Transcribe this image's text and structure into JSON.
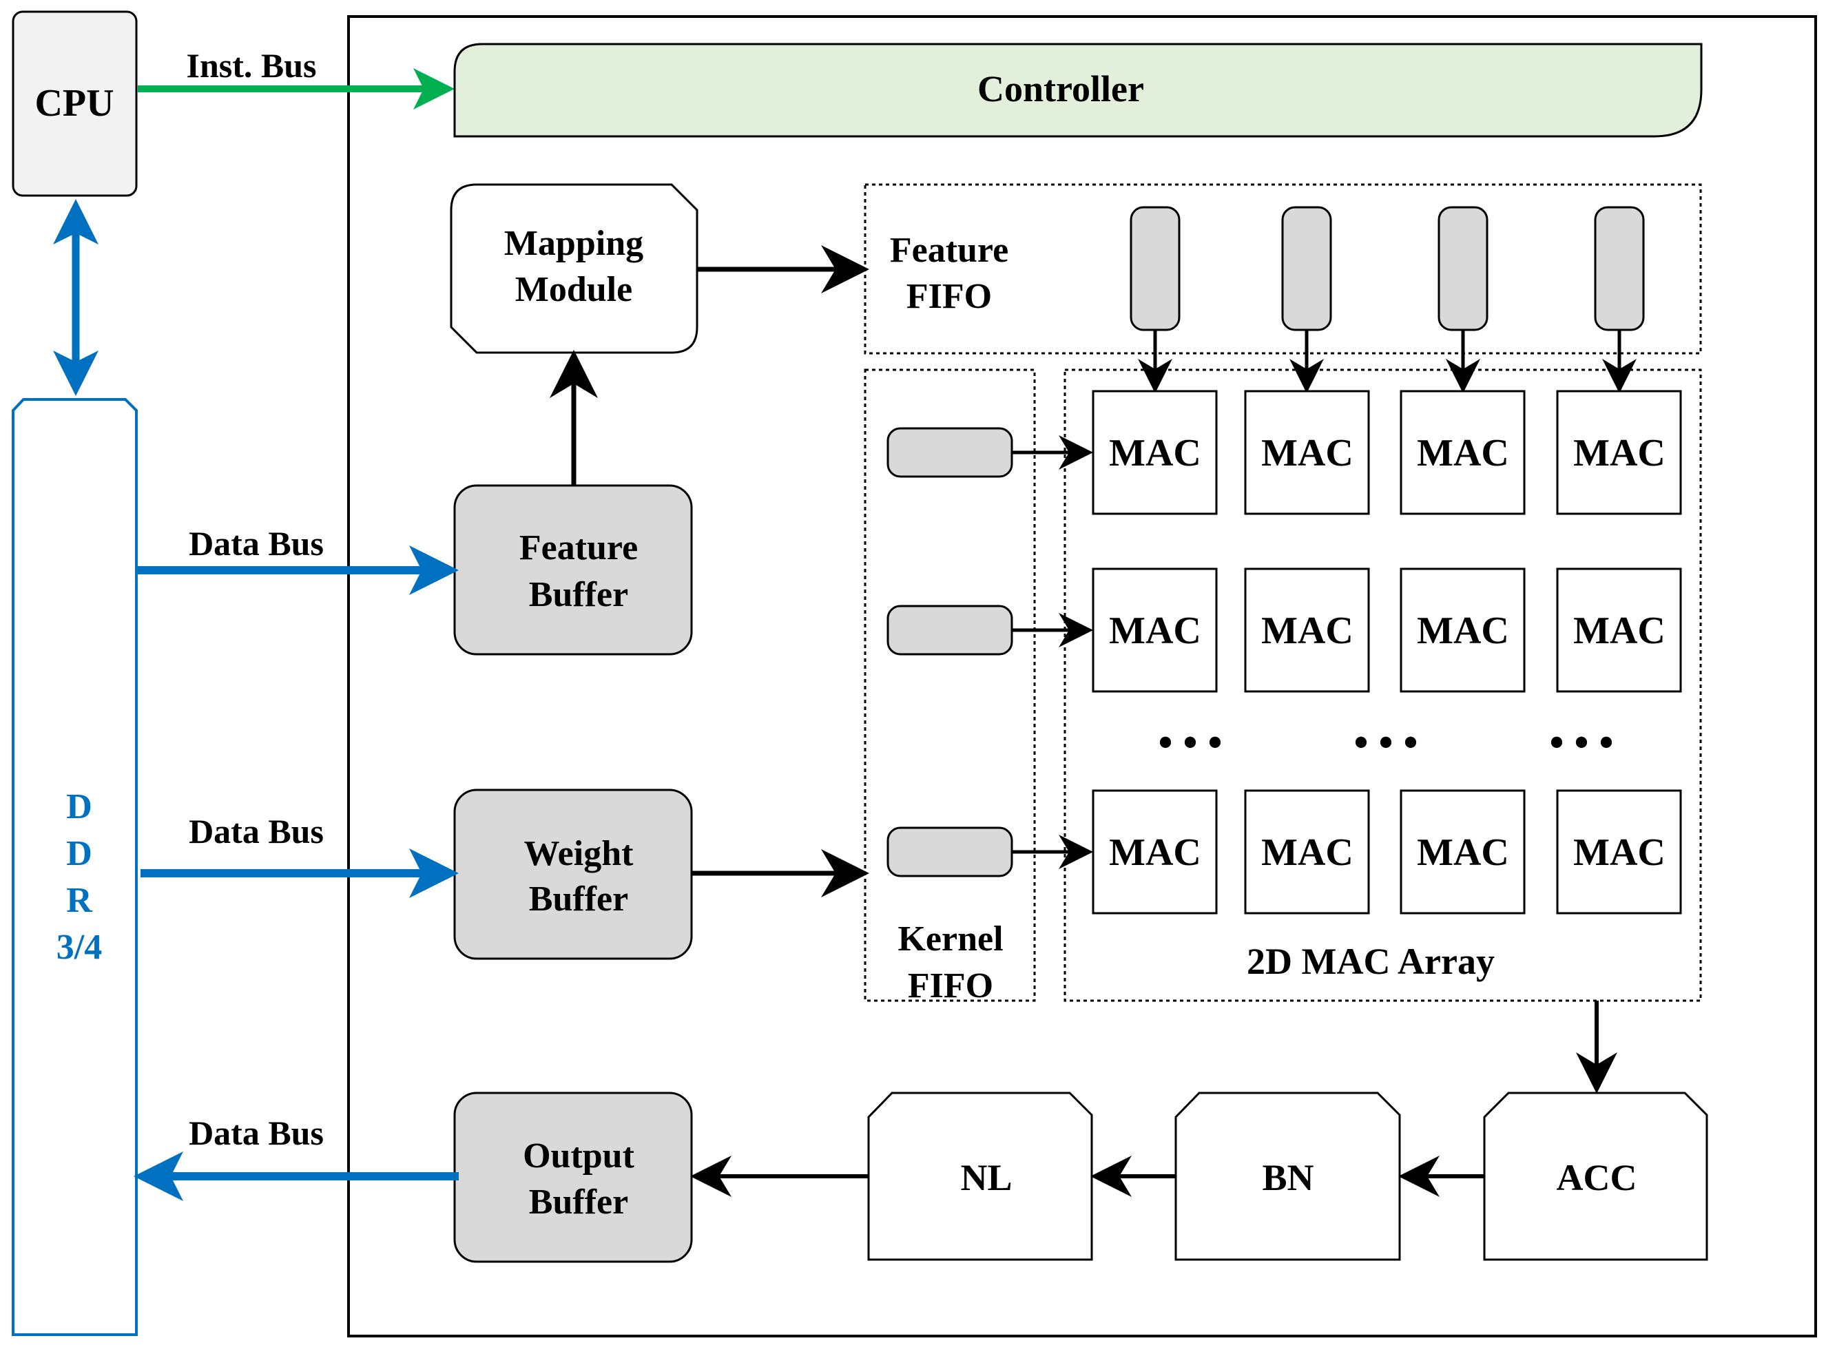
{
  "colors": {
    "data_bus": "#0070C0",
    "inst_bus": "#00B050",
    "controller_fill": "#E2EFDA",
    "buffer_fill": "#D9D9D9",
    "cpu_fill": "#F2F2F2",
    "ddr_text": "#0070C0"
  },
  "cpu": {
    "label": "CPU"
  },
  "ddr": {
    "lines": [
      "D",
      "D",
      "R",
      "3/4"
    ]
  },
  "buses": {
    "inst": "Inst. Bus",
    "data_feature": "Data Bus",
    "data_weight": "Data Bus",
    "data_output": "Data Bus"
  },
  "controller": {
    "label": "Controller"
  },
  "mapping_module": {
    "line1": "Mapping",
    "line2": "Module"
  },
  "feature_buffer": {
    "line1": "Feature",
    "line2": "Buffer"
  },
  "weight_buffer": {
    "line1": "Weight",
    "line2": "Buffer"
  },
  "output_buffer": {
    "line1": "Output",
    "line2": "Buffer"
  },
  "feature_fifo": {
    "line1": "Feature",
    "line2": "FIFO"
  },
  "kernel_fifo": {
    "line1": "Kernel",
    "line2": "FIFO"
  },
  "mac_array": {
    "label": "2D MAC Array",
    "cell_label": "MAC",
    "ellipsis": "• • •"
  },
  "pipeline": {
    "nl": "NL",
    "bn": "BN",
    "acc": "ACC"
  }
}
